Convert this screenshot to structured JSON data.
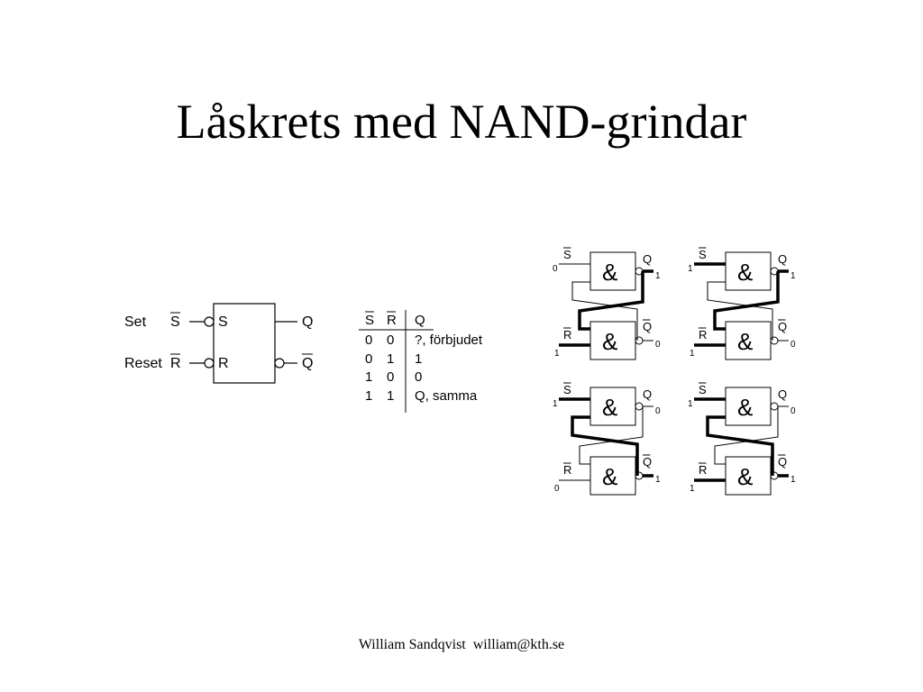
{
  "slide": {
    "title": "Låskrets med NAND-grindar",
    "footer": "William Sandqvist  william@kth.se"
  },
  "block": {
    "set_label": "Set",
    "reset_label": "Reset",
    "s_bar": "S",
    "r_bar": "R",
    "in_s": "S",
    "in_r": "R",
    "out_q": "Q",
    "out_qbar": "Q"
  },
  "truth_table": {
    "headers": [
      "S",
      "R",
      "Q"
    ],
    "rows": [
      [
        "0",
        "0",
        "?, förbjudet"
      ],
      [
        "0",
        "1",
        "1"
      ],
      [
        "1",
        "0",
        "0"
      ],
      [
        "1",
        "1",
        "Q, samma"
      ]
    ]
  },
  "latch_states": [
    {
      "s": "0",
      "r": "1",
      "q": "1",
      "qbar": "0"
    },
    {
      "s": "1",
      "r": "1",
      "q": "1",
      "qbar": "0"
    },
    {
      "s": "1",
      "r": "0",
      "q": "0",
      "qbar": "1"
    },
    {
      "s": "1",
      "r": "1",
      "q": "0",
      "qbar": "1"
    }
  ],
  "latch_labels": {
    "s": "S",
    "r": "R",
    "q": "Q",
    "qbar": "Q",
    "gate_symbol": "&"
  }
}
